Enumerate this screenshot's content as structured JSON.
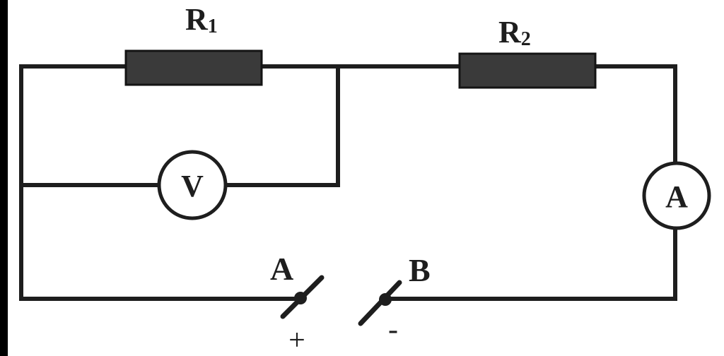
{
  "diagram": {
    "resistor_1": {
      "label": "R",
      "subscript": "1"
    },
    "resistor_2": {
      "label": "R",
      "subscript": "2"
    },
    "voltmeter": {
      "symbol": "V"
    },
    "ammeter": {
      "symbol": "A"
    },
    "terminal_positive": {
      "label": "A",
      "polarity": "+"
    },
    "terminal_negative": {
      "label": "B",
      "polarity": "-"
    }
  }
}
